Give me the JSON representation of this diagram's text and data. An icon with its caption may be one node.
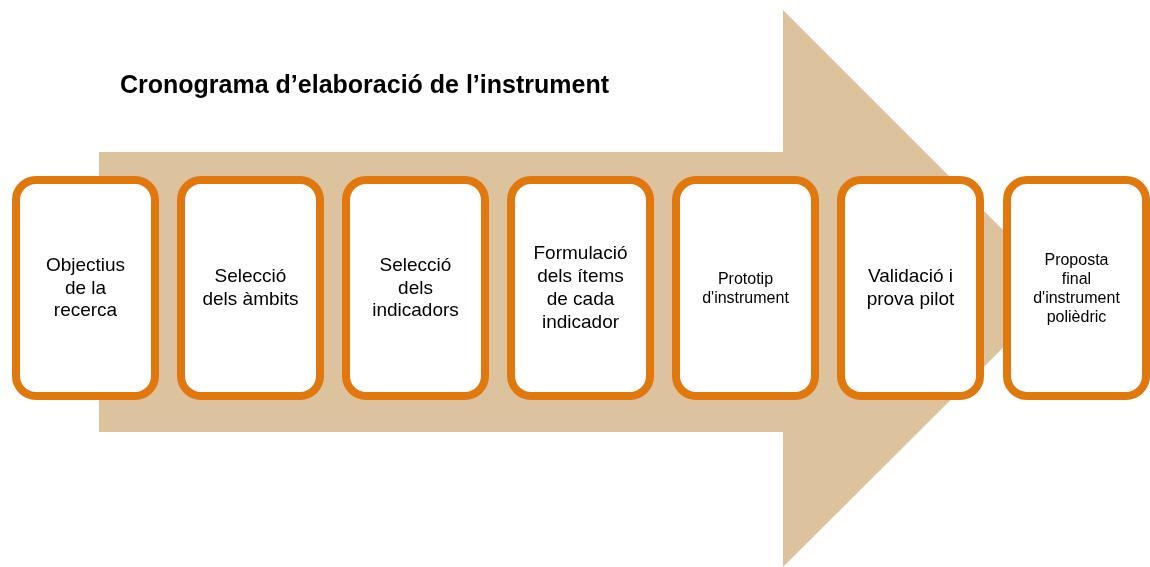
{
  "diagram": {
    "title": "Cronograma d’elaboració de l’instrument",
    "nodes": [
      {
        "text": [
          "Objectius de la recerca"
        ]
      },
      {
        "text": [
          "Selecció dels àmbits"
        ]
      },
      {
        "text": [
          "Selecció dels indicadors"
        ]
      },
      {
        "text": [
          "Formulació dels ítems de cada indicador"
        ]
      },
      {
        "text": [
          "Prototip d'instrument"
        ]
      },
      {
        "text": [
          "Validació i prova pilot"
        ]
      },
      {
        "text": [
          "Proposta final d'instrument polièdric"
        ]
      }
    ],
    "edges": [
      {
        "from": 0,
        "to": 6,
        "arrow": "to"
      }
    ]
  }
}
